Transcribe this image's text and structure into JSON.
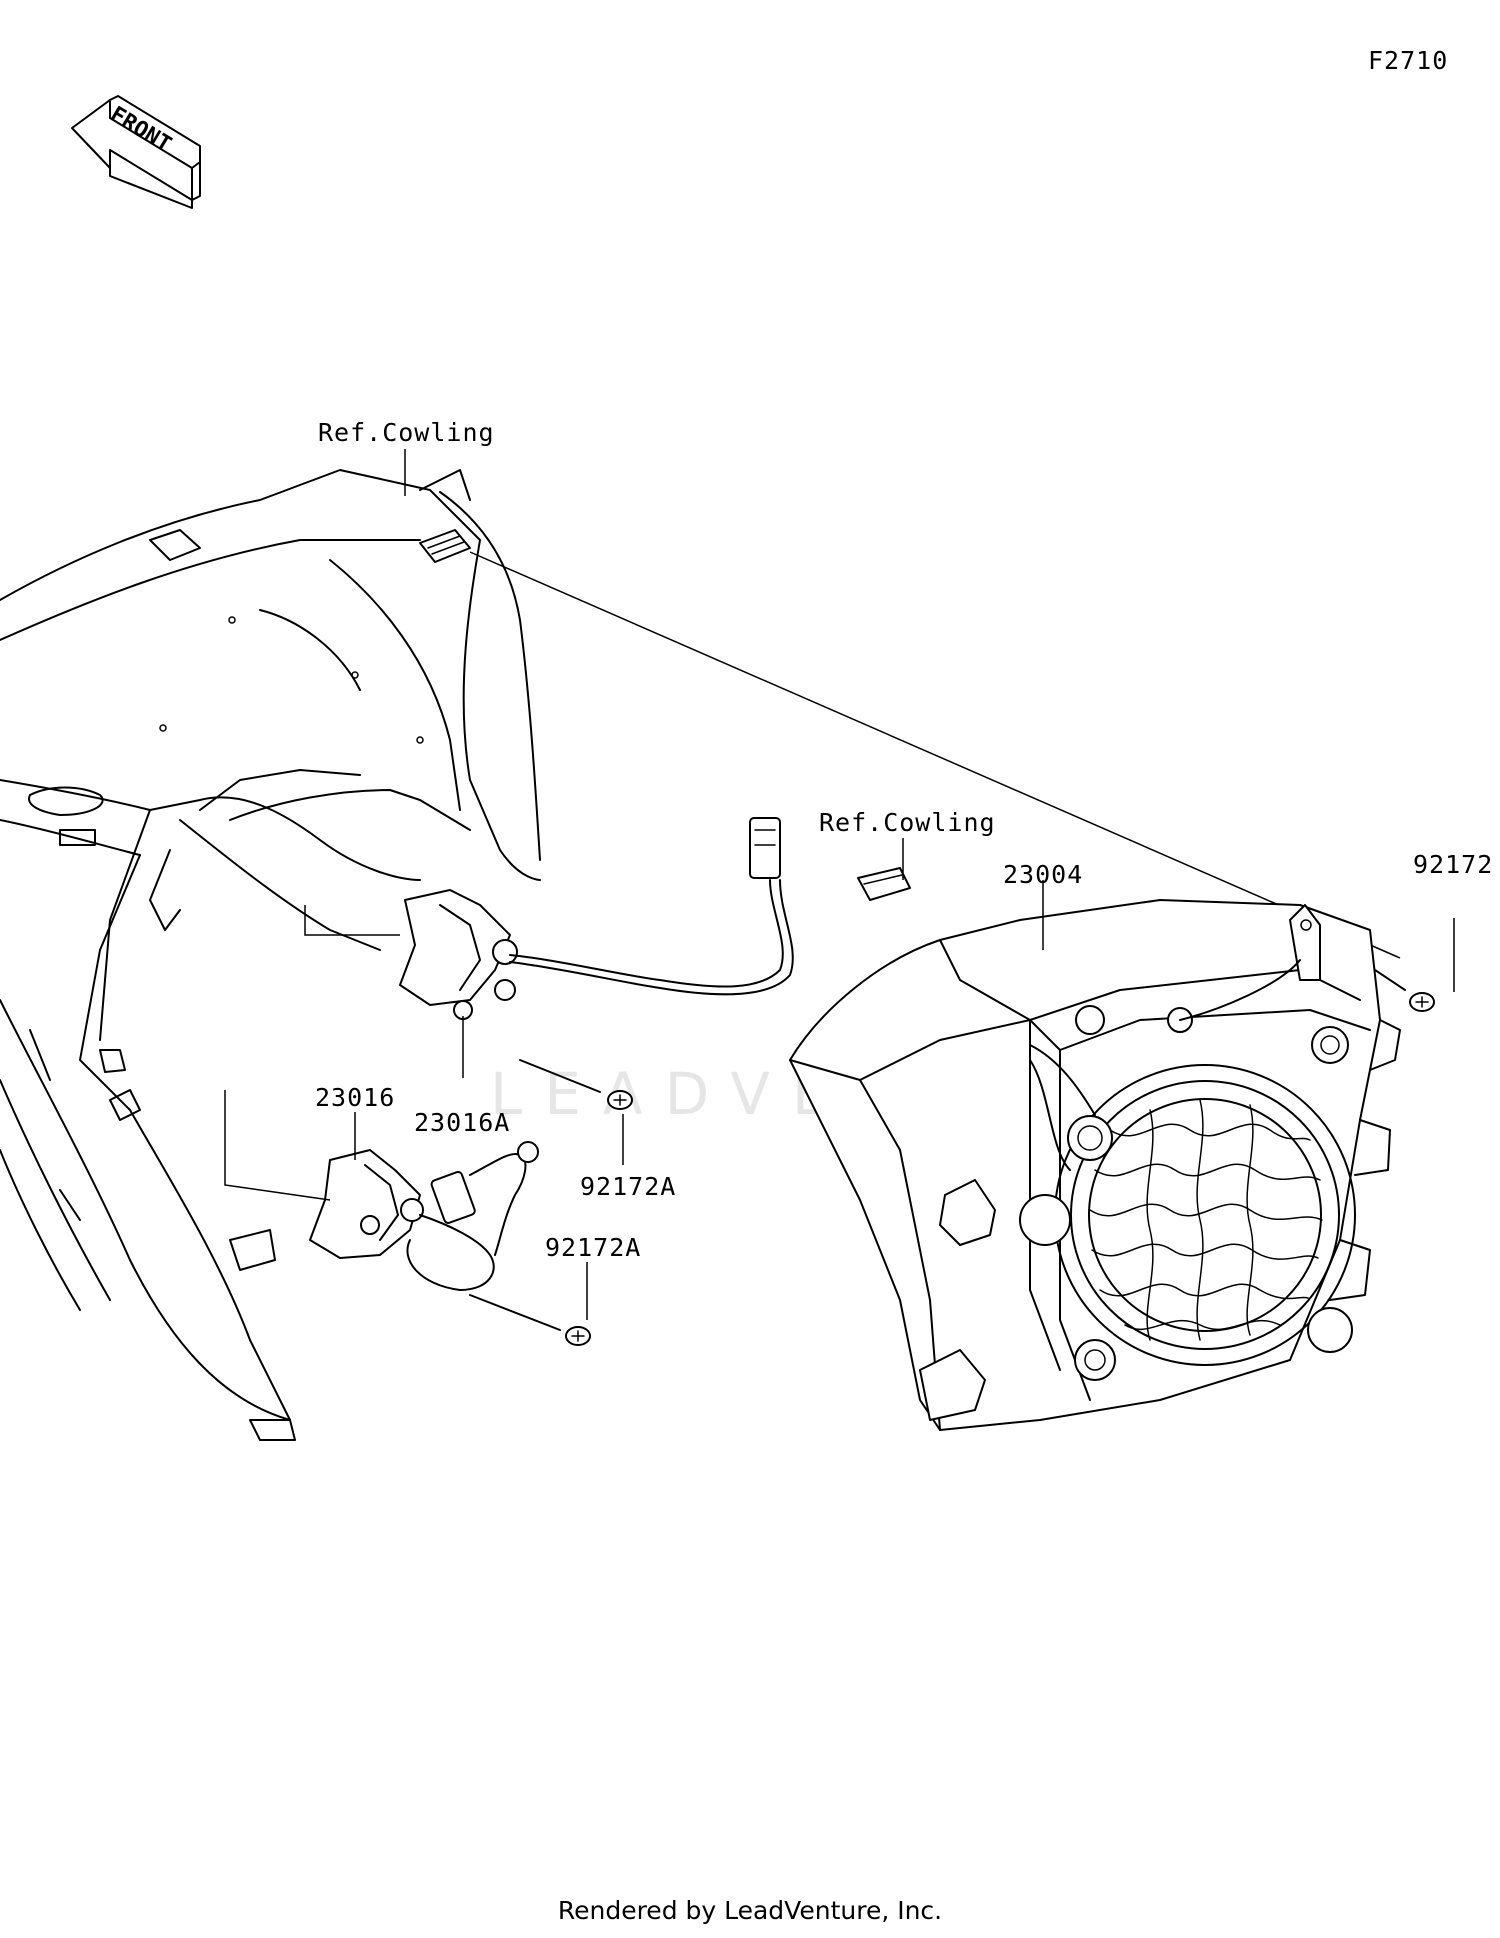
{
  "diagram_id": "F2710",
  "front_arrow": {
    "text": "FRONT",
    "icon": "front-direction-arrow-icon"
  },
  "labels": {
    "ref_cowling_left": "Ref.Cowling",
    "ref_cowling_right": "Ref.Cowling",
    "part_23004": "23004",
    "part_92172": "92172",
    "part_23016": "23016",
    "part_23016A": "23016A",
    "part_92172A_upper": "92172A",
    "part_92172A_lower": "92172A"
  },
  "watermark": "LEADVENTURE",
  "footer": "Rendered by LeadVenture, Inc."
}
